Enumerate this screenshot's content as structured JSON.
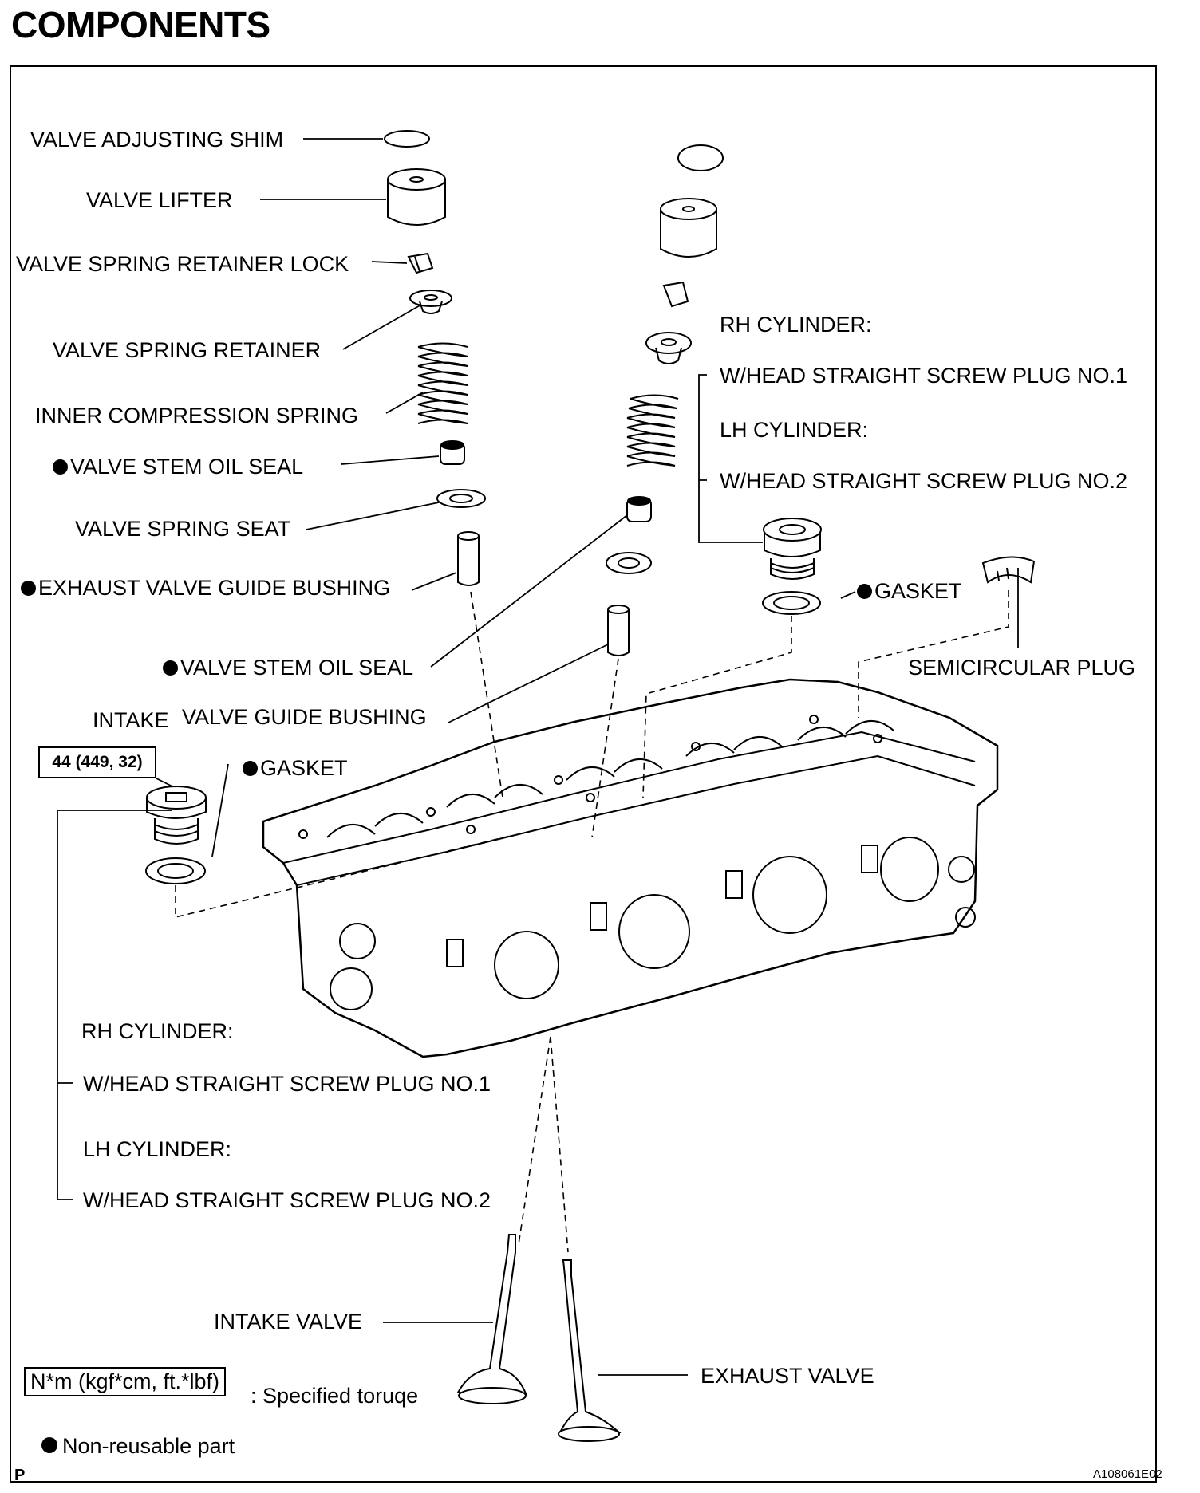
{
  "title": "COMPONENTS",
  "labels": {
    "shim": "VALVE ADJUSTING SHIM",
    "lifter": "VALVE LIFTER",
    "retainer_lock": "VALVE SPRING RETAINER LOCK",
    "retainer": "VALVE SPRING RETAINER",
    "inner_spring": "INNER COMPRESSION SPRING",
    "stem_oil_seal_1": "VALVE STEM OIL SEAL",
    "spring_seat": "VALVE SPRING SEAT",
    "exhaust_guide_bushing": "EXHAUST VALVE GUIDE BUSHING",
    "stem_oil_seal_2": "VALVE STEM OIL SEAL",
    "intake_word": "INTAKE",
    "valve_guide_bushing": "VALVE GUIDE BUSHING",
    "gasket_left": "GASKET",
    "torque_value": "44 (449, 32)",
    "rh_cyl_right": "RH CYLINDER:",
    "plug1_right": "W/HEAD STRAIGHT SCREW PLUG NO.1",
    "lh_cyl_right": "LH CYLINDER:",
    "plug2_right": "W/HEAD STRAIGHT SCREW PLUG NO.2",
    "gasket_right": "GASKET",
    "semicircular_plug": "SEMICIRCULAR PLUG",
    "rh_cyl_left": "RH CYLINDER:",
    "plug1_left": "W/HEAD STRAIGHT SCREW PLUG NO.1",
    "lh_cyl_left": "LH CYLINDER:",
    "plug2_left": "W/HEAD STRAIGHT SCREW PLUG NO.2",
    "intake_valve": "INTAKE VALVE",
    "exhaust_valve": "EXHAUST VALVE"
  },
  "legend": {
    "torque_unit": "N*m (kgf*cm, ft.*lbf)",
    "torque_desc": ": Specified toruqe",
    "nonreusable": "Non-reusable part"
  },
  "footer": {
    "left_mark": "P",
    "figure_code": "A108061E02"
  }
}
